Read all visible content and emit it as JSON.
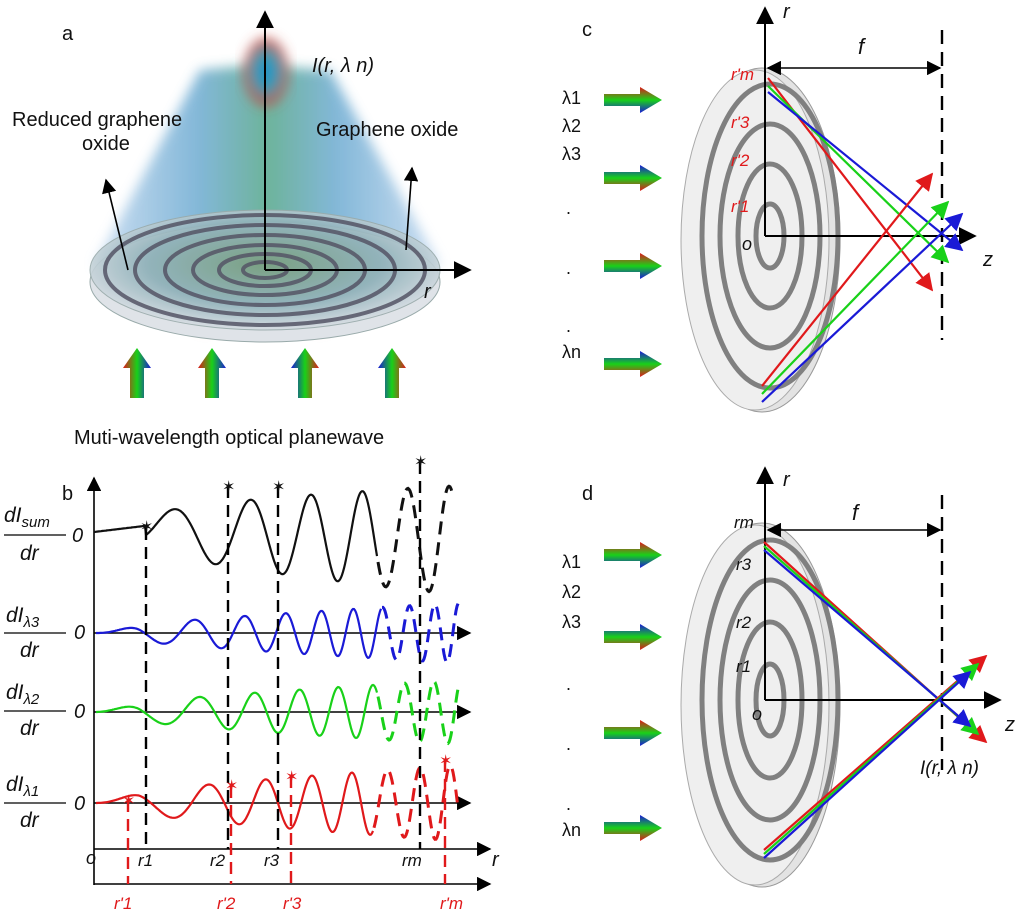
{
  "panel_a": {
    "letter": "a",
    "intensity_label": "I(r, λ n)",
    "axis_r": "r",
    "left_label_line1": "Reduced graphene",
    "left_label_line2": "oxide",
    "right_label": "Graphene oxide",
    "caption": "Muti-wavelength optical planewave"
  },
  "panel_b": {
    "letter": "b",
    "rows": [
      {
        "num": "dIsum",
        "sub": "sum",
        "den": "dr",
        "color": "#111111"
      },
      {
        "num": "dIλ3",
        "sub": "λ3",
        "den": "dr",
        "color": "#1a1ad6"
      },
      {
        "num": "dIλ2",
        "sub": "λ2",
        "den": "dr",
        "color": "#19d119"
      },
      {
        "num": "dIλ1",
        "sub": "λ1",
        "den": "dr",
        "color": "#e0191b"
      }
    ],
    "zero": "0",
    "origin": "o",
    "axis_r": "r",
    "ticks_black": [
      "r1",
      "r2",
      "r3",
      "rm"
    ],
    "ticks_red": [
      "r'1",
      "r'2",
      "r'3",
      "r'm"
    ]
  },
  "panel_c": {
    "letter": "c",
    "axis_r": "r",
    "axis_z": "z",
    "focal": "f",
    "origin": "o",
    "wavelengths": [
      "λ1",
      "λ2",
      "λ3",
      ".",
      ".",
      ".",
      "λn"
    ],
    "radii": [
      "r'm",
      "r'3",
      "r'2",
      "r'1"
    ]
  },
  "panel_d": {
    "letter": "d",
    "axis_r": "r",
    "axis_z": "z",
    "focal": "f",
    "origin": "o",
    "intensity_label": "I(r, λ n)",
    "wavelengths": [
      "λ1",
      "λ2",
      "λ3",
      ".",
      ".",
      ".",
      "λn"
    ],
    "radii": [
      "rm",
      "r3",
      "r2",
      "r1"
    ]
  },
  "colors": {
    "red": "#e0191b",
    "green": "#19d119",
    "blue": "#1a1ad6",
    "ring": "#7f7f7f"
  }
}
